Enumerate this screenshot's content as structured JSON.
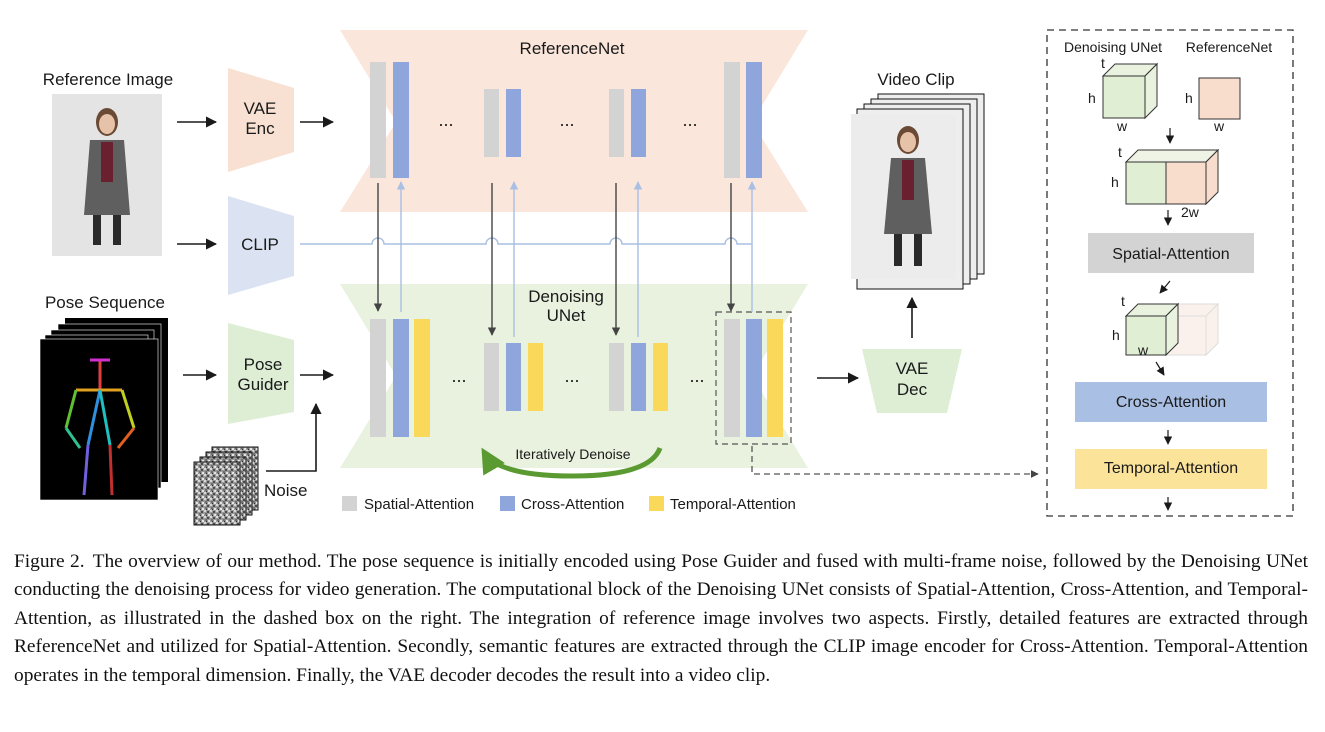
{
  "labels": {
    "reference_image": "Reference Image",
    "pose_sequence": "Pose Sequence",
    "noise": "Noise",
    "vae_enc_1": "VAE",
    "vae_enc_2": "Enc",
    "clip": "CLIP",
    "pose_guider_1": "Pose",
    "pose_guider_2": "Guider",
    "referencenet": "ReferenceNet",
    "denoising_unet_1": "Denoising",
    "denoising_unet_2": "UNet",
    "ellipsis": "...",
    "iteratively_denoise": "Iteratively Denoise",
    "video_clip": "Video Clip",
    "vae_dec_1": "VAE",
    "vae_dec_2": "Dec"
  },
  "legend": {
    "spatial": "Spatial-Attention",
    "cross": "Cross-Attention",
    "temporal": "Temporal-Attention"
  },
  "detail": {
    "denoising_unet": "Denoising UNet",
    "referencenet": "ReferenceNet",
    "t": "t",
    "h": "h",
    "w": "w",
    "two_w": "2w",
    "spatial": "Spatial-Attention",
    "cross": "Cross-Attention",
    "temporal": "Temporal-Attention"
  },
  "colors": {
    "spatial": "#d3d3d3",
    "cross": "#8fa6dd",
    "temporal": "#f9d85a",
    "referencenet_bg": "#fbe6dc",
    "unet_bg": "#e8f2df",
    "vae": "#f8e0d2",
    "clip": "#dbe3f2",
    "pose_guider": "#ddeed5",
    "arrow_green": "#5a9a30"
  },
  "caption": {
    "label": "Figure 2.",
    "text": "The overview of our method. The pose sequence is initially encoded using Pose Guider and fused with multi-frame noise, followed by the Denoising UNet conducting the denoising process for video generation. The computational block of the Denoising UNet consists of Spatial-Attention, Cross-Attention, and Temporal-Attention, as illustrated in the dashed box on the right. The integration of reference image involves two aspects. Firstly, detailed features are extracted through ReferenceNet and utilized for Spatial-Attention. Secondly, semantic features are extracted through the CLIP image encoder for Cross-Attention. Temporal-Attention operates in the temporal dimension. Finally, the VAE decoder decodes the result into a video clip."
  }
}
